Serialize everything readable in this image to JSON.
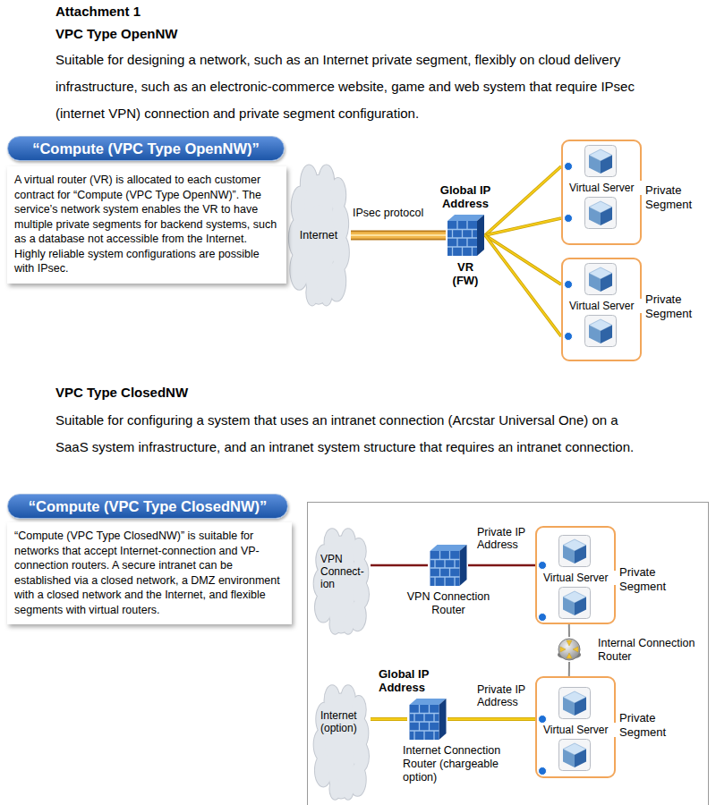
{
  "diagram": {
    "title": "Attachment 1",
    "nodes": [
      {
        "text": [
          "“Compute (VPC Type OpenNW)”"
        ]
      },
      {
        "text": [
          "A virtual router (VR) is allocated to each customer contract for “Compute (VPC Type OpenNW)”. The service’s network system enables the VR to have multiple private segments for backend systems, such as a database not accessible from the Internet. Highly reliable system configurations are possible with IPsec."
        ]
      },
      {
        "text": [
          "Internet"
        ]
      },
      {
        "text": [
          "Global IP Address",
          "VR (FW)"
        ]
      },
      {
        "text": [
          "Private Segment"
        ]
      },
      {
        "text": [
          "Virtual Server"
        ],
        "in": 4
      },
      {
        "text": [
          "Private Segment"
        ]
      },
      {
        "text": [
          "Virtual Server"
        ],
        "in": 6
      },
      {
        "text": [
          "“Compute (VPC Type ClosedNW)”"
        ]
      },
      {
        "text": [
          "“Compute (VPC Type ClosedNW)” is suitable for networks that accept Internet-connection and VP-connection routers. A secure intranet can be established via a closed network, a DMZ environment with a closed network and the Internet, and flexible segments with virtual routers."
        ]
      },
      {
        "text": [
          "VPN Connect- ion"
        ]
      },
      {
        "text": [
          "VPN Connection Router"
        ]
      },
      {
        "text": [
          "Private Segment"
        ]
      },
      {
        "text": [
          "Virtual Server"
        ],
        "in": 12
      },
      {
        "text": [
          "Internal Connection Router"
        ]
      },
      {
        "text": [
          "Internet (option)"
        ]
      },
      {
        "text": [
          "Global IP Address",
          "Internet Connection Router (chargeable option)"
        ]
      },
      {
        "text": [
          "Private Segment"
        ]
      },
      {
        "text": [
          "Virtual Server"
        ],
        "in": 17
      }
    ],
    "edges": [
      {
        "from": 2,
        "to": 3,
        "label": "IPsec protocol",
        "arrow": "none"
      },
      {
        "from": 3,
        "to": 4,
        "arrow": "none"
      },
      {
        "from": 3,
        "to": 4,
        "arrow": "none"
      },
      {
        "from": 3,
        "to": 6,
        "arrow": "none"
      },
      {
        "from": 3,
        "to": 6,
        "arrow": "none"
      },
      {
        "from": 10,
        "to": 11,
        "arrow": "none"
      },
      {
        "from": 11,
        "to": 12,
        "label": "Private IP Address",
        "arrow": "none"
      },
      {
        "from": 12,
        "to": 14,
        "arrow": "none"
      },
      {
        "from": 14,
        "to": 17,
        "arrow": "none"
      },
      {
        "from": 15,
        "to": 16,
        "arrow": "none"
      },
      {
        "from": 16,
        "to": 17,
        "label": "Private IP Address",
        "arrow": "none"
      }
    ],
    "labels": [
      "VPC Type OpenNW",
      "Suitable for designing a network, such as an Internet private segment, flexibly on cloud delivery infrastructure, such as an electronic-commerce website, game and web system that require IPsec (internet VPN) connection and private segment configuration.",
      "VPC Type ClosedNW",
      "Suitable for configuring a system that uses an intranet connection (Arcstar Universal One) on a SaaS system infrastructure, and an intranet system structure that requires an intranet connection."
    ]
  }
}
